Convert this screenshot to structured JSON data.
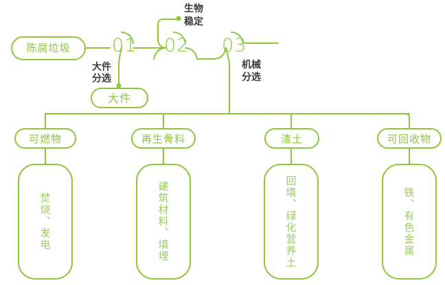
{
  "meta": {
    "title": "陈腐垃圾处理工艺流程图",
    "accent": "#8cc63f",
    "accent_light": "#9ccc63",
    "text_dark": "#3a3a3a",
    "background": "#ffffff"
  },
  "flow": {
    "source": {
      "label": "陈腐垃圾"
    },
    "stages": [
      {
        "number": "01",
        "caption": "大件\n分选",
        "caption_line1": "大件",
        "caption_line2": "分选"
      },
      {
        "number": "02",
        "caption": "生物\n稳定",
        "caption_line1": "生物",
        "caption_line2": "稳定"
      },
      {
        "number": "03",
        "caption": "机械\n分选",
        "caption_line1": "机械",
        "caption_line2": "分选"
      }
    ],
    "side_output": {
      "label": "大件"
    },
    "outputs": [
      {
        "pill": "可燃物",
        "detail": "焚烧、发电"
      },
      {
        "pill": "再生骨料",
        "detail": "建筑材料、填埋"
      },
      {
        "pill": "渣土",
        "detail": "回填、绿化营养土"
      },
      {
        "pill": "可回收物",
        "detail": "铁、有色金属"
      }
    ]
  }
}
